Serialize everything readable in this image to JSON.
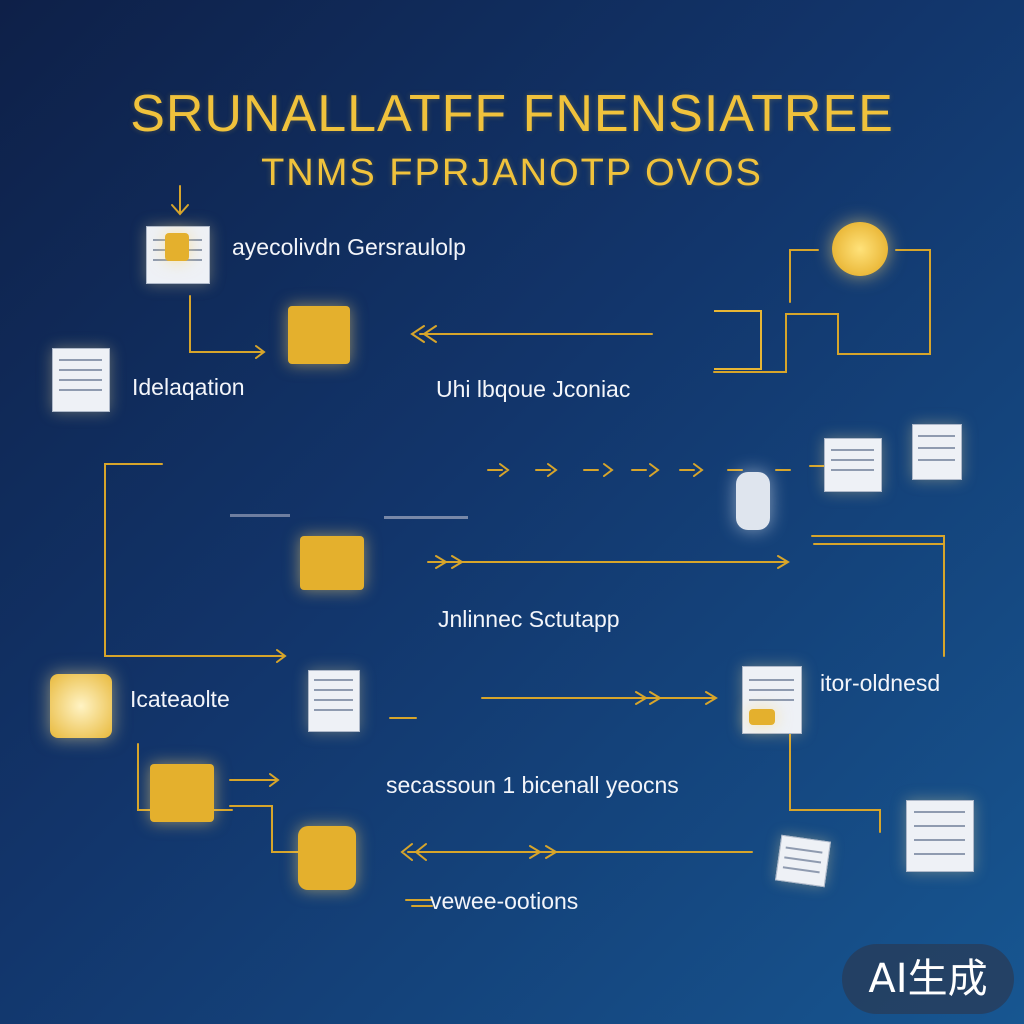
{
  "title": "SRUNALLATFF FNENSIATREE",
  "subtitle": "TNMS FPRJANOTP OVOS",
  "labels": {
    "l1": "ayecolivdn Gersraulolp",
    "l2": "Idelaqation",
    "l3": "Uhi lbqoue Jconiac",
    "l4": "Jnlinnec Sctutapp",
    "l5": "Icateaolte",
    "l6": "itor-oldnesd",
    "l7": "secassoun 1 bicenall yeocns",
    "l8": "vewee-ootions"
  },
  "badge": "AI生成",
  "colors": {
    "accent": "#f0c23c",
    "background": "#12356b",
    "wire": "#d7a52b"
  },
  "icons": [
    "document-icon",
    "gold-document-icon",
    "gold-coin-icon",
    "bell-icon",
    "document-stack-icon",
    "factory-icon",
    "building-icon",
    "gold-puzzle-icon",
    "gold-seal-icon",
    "chart-icon",
    "gold-doughnut-icon",
    "calendar-icon"
  ]
}
